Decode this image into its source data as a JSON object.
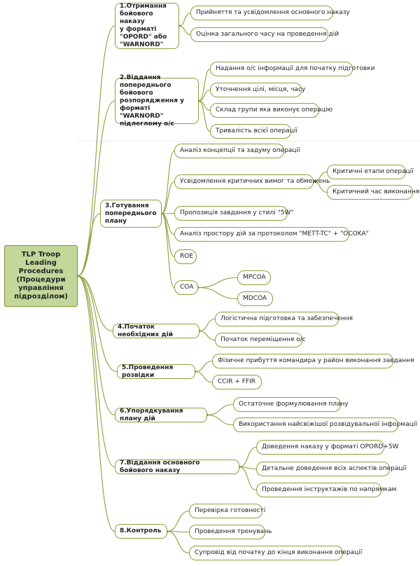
{
  "root": {
    "label": "TLP Troop\nLeading\nProcedures\n(Процедури\nуправління\nпідрозділом)"
  },
  "steps": [
    {
      "label": "1.Отримання\nбойового наказу\nу форматі\n\"OPORD\" або\n\"WARNORD\"",
      "children": [
        {
          "label": "Прийняття та усвідомлення основного наказу"
        },
        {
          "label": "Оцінка загального часу на проведення дій"
        }
      ]
    },
    {
      "label": "2.Віддання\nпопереднього бойового\nрозпорядження у\nформаті \"WARNORD\"\nпідлеглому о/с",
      "children": [
        {
          "label": "Надання о/с інформації для початку підготовки"
        },
        {
          "label": "Уточнення цілі, місця, часу"
        },
        {
          "label": "Склад групи яка виконує операцію"
        },
        {
          "label": "Тривалість всієї операції"
        }
      ]
    },
    {
      "label": "3.Готування\nпопереднього\nплану",
      "children": [
        {
          "label": "Аналіз концепції та задуму операції"
        },
        {
          "label": "Усвідомлення критичних вимог та обмежень",
          "children": [
            {
              "label": "Критичні етапи операції"
            },
            {
              "label": "Критичний час виконання"
            }
          ]
        },
        {
          "label": "Пропозиція завдання у стилі \"5W\""
        },
        {
          "label": "Аналіз простору дій за протоколом \"METT-TC\" + \"OCOKA\""
        },
        {
          "label": "ROE"
        },
        {
          "label": "COA",
          "children": [
            {
              "label": "MPCOA"
            },
            {
              "label": "MDCOA"
            }
          ]
        }
      ]
    },
    {
      "label": "4.Початок необхідних дій",
      "children": [
        {
          "label": "Логістична підготовка та забезпечення"
        },
        {
          "label": "Початок переміщення о/с"
        }
      ]
    },
    {
      "label": "5.Проведення розвідки",
      "children": [
        {
          "label": "Фізичне прибуття командира у район виконання завдання"
        },
        {
          "label": "CCIR + FFIR"
        }
      ]
    },
    {
      "label": "6.Упорядкування плану дій",
      "children": [
        {
          "label": "Остаточне формулювання плану"
        },
        {
          "label": "Використання найсвіжішої розвідувальної інформації"
        }
      ]
    },
    {
      "label": "7.Віддання основного бойового наказу",
      "children": [
        {
          "label": "Доведення наказу у форматі OPORD+5W"
        },
        {
          "label": "Детальне доведення всіх аспектів  операції"
        },
        {
          "label": "Проведення інструктажів по напрямкам"
        }
      ]
    },
    {
      "label": "8.Контроль",
      "children": [
        {
          "label": "Перевірка готовності"
        },
        {
          "label": "Проведення тренувань"
        },
        {
          "label": "Супровід від початку до кінця виконання операції"
        }
      ]
    }
  ],
  "colors": {
    "line": "#8c9f3b",
    "border": "#8c9f3b",
    "root_fill": "#c3d79b"
  }
}
